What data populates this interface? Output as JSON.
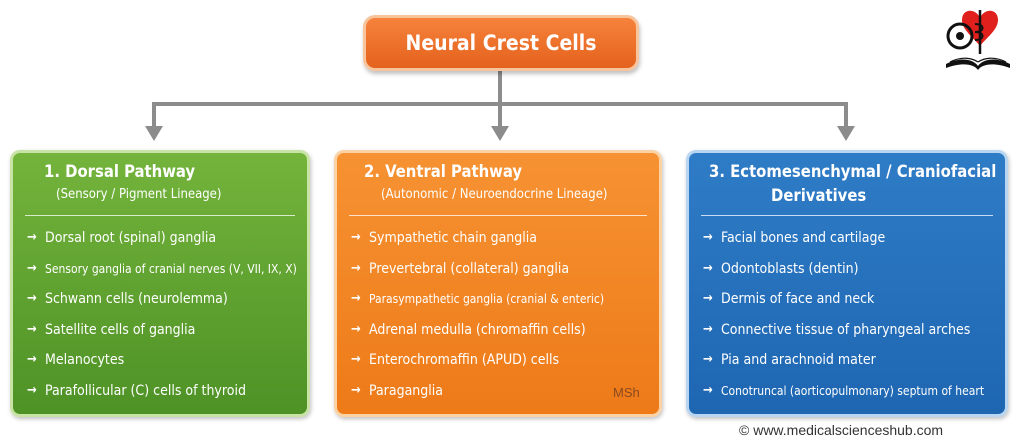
{
  "title": "Neural Crest Cells",
  "colors": {
    "title_orange": "#e4621d",
    "green": "#5aa02e",
    "orange": "#f08520",
    "blue": "#2671bc",
    "connector": "#8c8c8c"
  },
  "cards": [
    {
      "title": "1. Dorsal Pathway",
      "subtitle": "(Sensory / Pigment Lineage)",
      "items": [
        "Dorsal root (spinal) ganglia",
        "Sensory ganglia of cranial nerves (V, VII, IX, X)",
        "Schwann cells (neurolemma)",
        "Satellite cells of ganglia",
        "Melanocytes",
        "Parafollicular (C) cells of thyroid"
      ]
    },
    {
      "title": "2. Ventral Pathway",
      "subtitle": "(Autonomic / Neuroendocrine Lineage)",
      "items": [
        "Sympathetic chain ganglia",
        "Prevertebral (collateral) ganglia",
        "Parasympathetic ganglia (cranial & enteric)",
        "Adrenal medulla (chromaffin cells)",
        "Enterochromaffin (APUD) cells",
        "Paraganglia"
      ],
      "watermark": "MSh"
    },
    {
      "title": "3. Ectomesenchymal / Craniofacial",
      "title_line2": "Derivatives",
      "items": [
        "Facial bones and cartilage",
        "Odontoblasts (dentin)",
        "Dermis of face and neck",
        "Connective tissue of pharyngeal arches",
        "Pia and arachnoid mater",
        "Conotruncal (aorticopulmonary) septum of heart"
      ]
    }
  ],
  "arrow_glyph": "→",
  "copyright": "© www.medicalscienceshub.com",
  "logo_icon": "heart-stethoscope-book-logo"
}
